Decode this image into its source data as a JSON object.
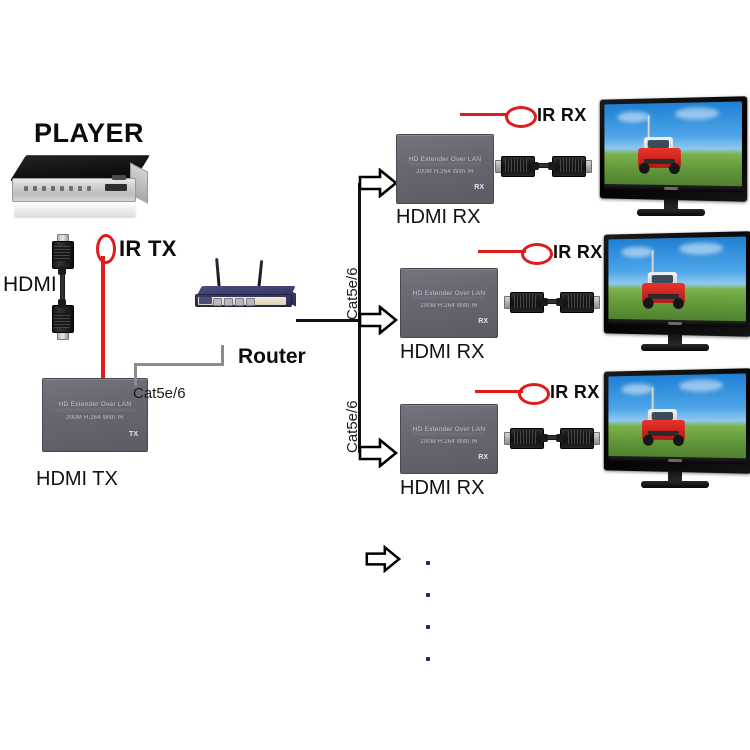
{
  "diagram": {
    "title": "HDMI Extender Over LAN network topology",
    "colors": {
      "ir_red": "#e01b1b",
      "line_black": "#111111",
      "line_gray": "#8b8b8b",
      "extender_body": "#67666f",
      "router_body": "#3a3a69"
    }
  },
  "source": {
    "player_label": "PLAYER",
    "hdmi_label": "HDMI",
    "ir_tx_label": "IR TX",
    "tx_label": "HDMI  TX",
    "tx_cat_label": "Cat5e/6",
    "extender": {
      "line1": "HD Extender Over LAN",
      "line2": "200M H.264 With IR",
      "tag": "TX"
    }
  },
  "router": {
    "label": "Router"
  },
  "trunk": {
    "cat_label_top": "Cat5e/6",
    "cat_label_bottom": "Cat5e/6"
  },
  "receivers": [
    {
      "ir_label": "IR RX",
      "device_label": "HDMI  RX",
      "extender": {
        "line1": "HD Extender Over LAN",
        "line2": "200M H.264 With IR",
        "tag": "RX"
      }
    },
    {
      "ir_label": "IR RX",
      "device_label": "HDMI  RX",
      "extender": {
        "line1": "HD Extender Over LAN",
        "line2": "200M H.264 With IR",
        "tag": "RX"
      }
    },
    {
      "ir_label": "IR RX",
      "device_label": "HDMI  RX",
      "extender": {
        "line1": "HD Extender Over LAN",
        "line2": "200M H.264 With IR",
        "tag": "RX"
      }
    }
  ],
  "continuation": {
    "arrow_icon": "right-arrow-icon",
    "dots_count": 4
  }
}
